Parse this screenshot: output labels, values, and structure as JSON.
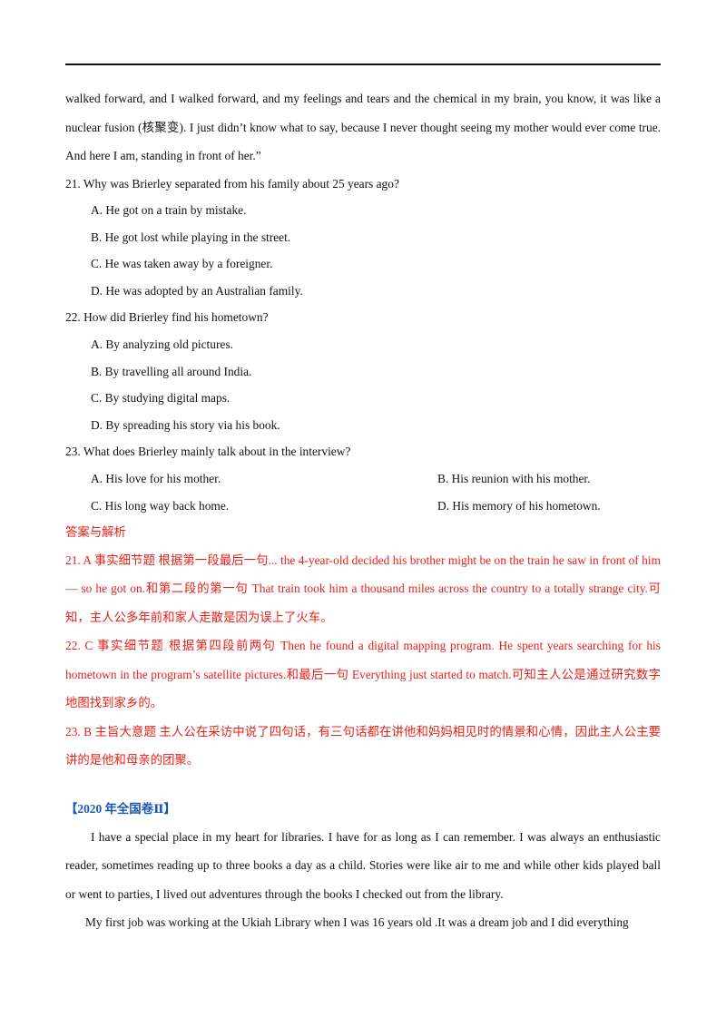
{
  "passage_top": "walked forward, and I walked forward, and my feelings and tears and the chemical in my brain, you know, it was like a nuclear fusion (核聚变).  I just didn’t know what to say, because I never thought seeing my mother would ever come true. And here I am, standing in front of her.”",
  "questions": [
    {
      "stem": "21. Why was Brierley  separated from his family about 25 years ago?",
      "options": [
        "A. He got on a train by mistake.",
        "B. He got lost while playing in the street.",
        "C. He was taken away by a foreigner.",
        "D. He was adopted by an Australian family."
      ]
    },
    {
      "stem": "22. How did Brierley find his hometown?",
      "options": [
        "A. By  analyzing old pictures.",
        "B. By travelling all around India.",
        "C. By studying digital maps.",
        "D. By spreading his story  via  his book."
      ]
    },
    {
      "stem": "23. What does Brierley mainly talk about in the interview?",
      "options": [
        "A. His love for his mother.",
        "B. His  reunion  with his mother.",
        "C. His long way back home.",
        "D. His memory of his hometown."
      ]
    }
  ],
  "answers": {
    "heading": "答案与解析",
    "items": [
      "21.  A  事实细节题  根据第一段最后一句...  the 4-year-old decided his brother might be on the train he saw in front of him — so he got on.和第二段的第一句 That train took him a thousand miles across the country to a totally strange city.可知，主人公多年前和家人走散是因为误上了火车。",
      "22.  C  事实细节题  根据第四段前两句 Then he found a digital mapping program. He spent years searching for his hometown in the program’s satellite pictures.和最后一句 Everything just started to match.可知主人公是通过研究数字地图找到家乡的。",
      "23.  B  主旨大意题  主人公在采访中说了四句话，有三句话都在讲他和妈妈相见时的情景和心情，因此主人公主要讲的是他和母亲的团聚。"
    ]
  },
  "section_title": "【2020 年全国卷Ⅱ】",
  "passage_next": [
    "I have a special place in my heart for libraries. I have for as long as I can remember. I was always an enthusiastic reader, sometimes reading up to three books a day as a child. Stories were like air to me and while other kids played ball or went to parties, I lived out adventures through the books I checked out from the library.",
    "My first job was working at the Ukiah Library when I was 16 years old .It was a dream job and I did everything"
  ],
  "colors": {
    "answer": "#e8201a",
    "source": "#1a58b5",
    "text": "#111111"
  }
}
